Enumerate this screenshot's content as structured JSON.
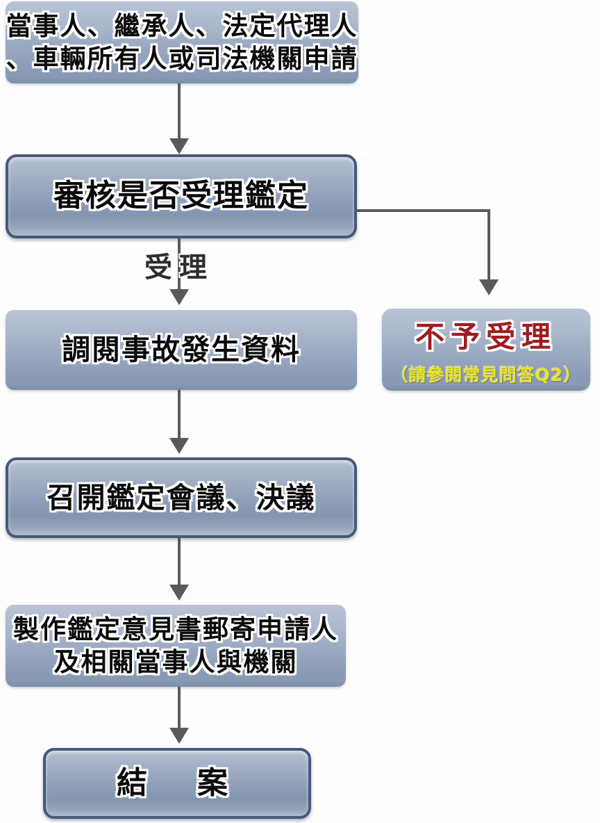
{
  "diagram": {
    "title_semantic": "traffic-accident-appraisal-process-flowchart",
    "colors": {
      "box_gradient_top": "#b9c4d6",
      "box_gradient_bottom": "#7b8da9",
      "box_border": "#46597c",
      "arrow": "#58595b",
      "text": "#0b0b0b",
      "reject_title": "#9e1b20",
      "reject_subtitle": "#e8e426",
      "background": "#fdfdfe"
    },
    "nodes": {
      "start": {
        "line1": "當事人、繼承人、法定代理人",
        "line2": "、車輛所有人或司法機關申請"
      },
      "review": {
        "text": "審核是否受理鑑定"
      },
      "retrieve": {
        "text": "調閱事故發生資料"
      },
      "reject": {
        "title": "不予受理",
        "subtitle": "（請參閱常見問答Q2）"
      },
      "meeting": {
        "text": "召開鑑定會議、決議"
      },
      "mail": {
        "line1": "製作鑑定意見書郵寄申請人",
        "line2": "及相關當事人與機關"
      },
      "close": {
        "text": "結　案"
      }
    },
    "edge_labels": {
      "accept": "受理"
    }
  }
}
